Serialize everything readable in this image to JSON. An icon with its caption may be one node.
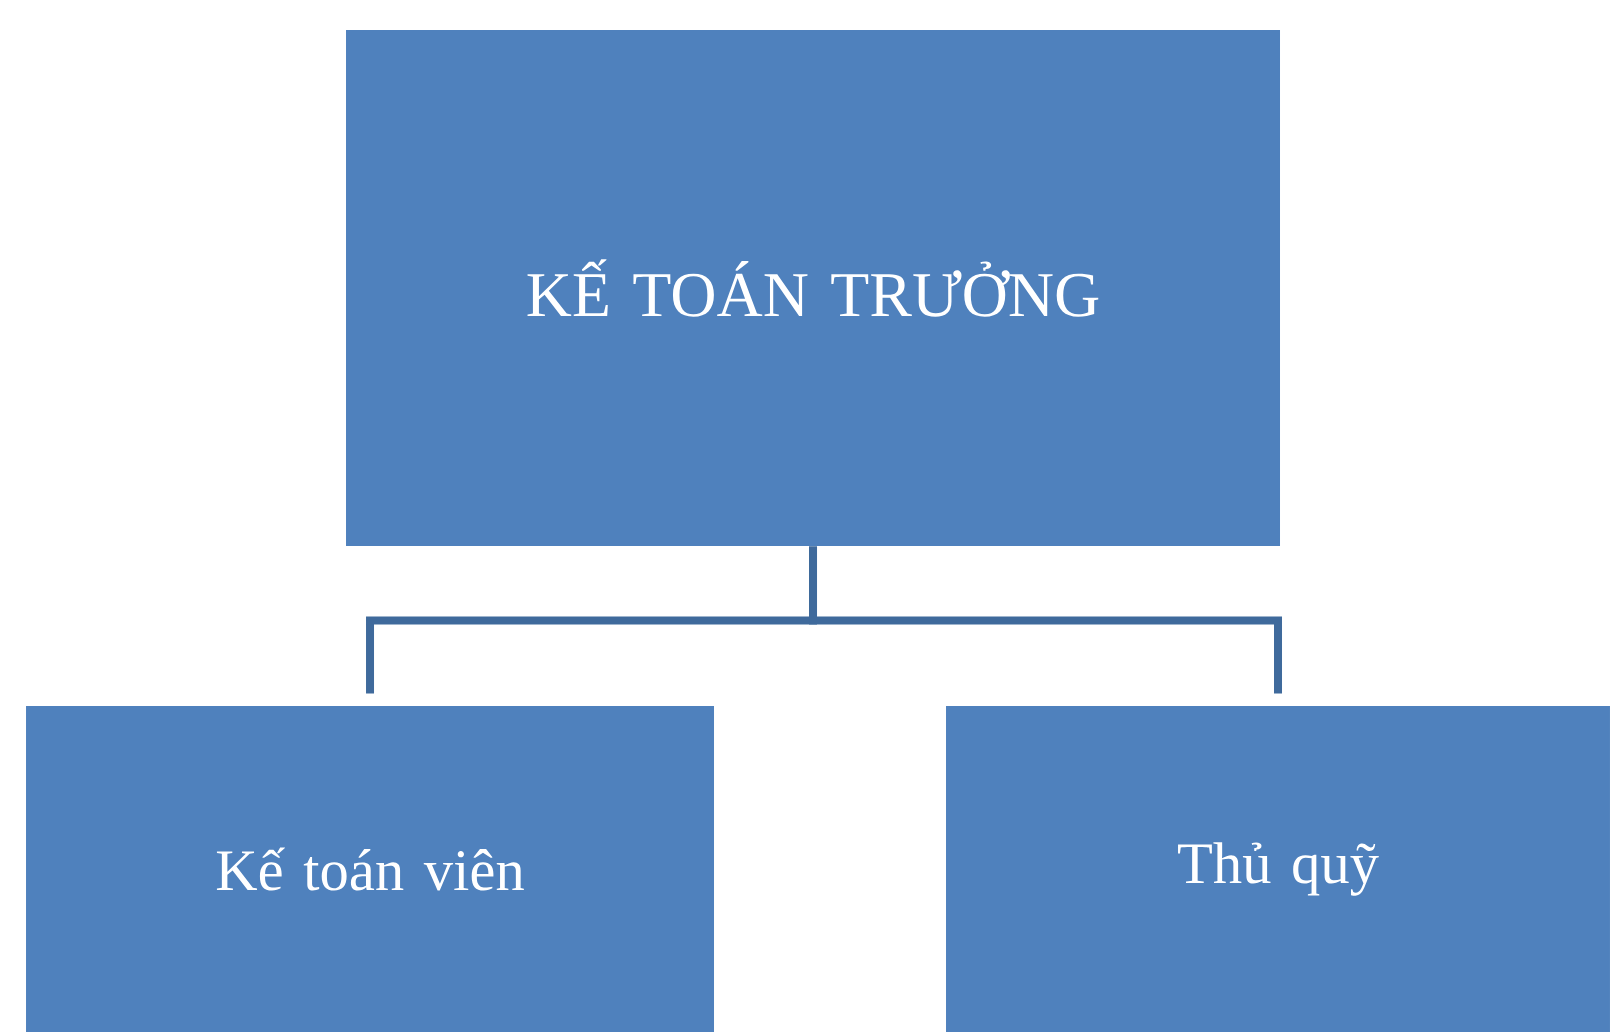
{
  "diagram": {
    "nodes": [
      {
        "text": [
          "KẾ TOÁN TRƯỞNG"
        ]
      },
      {
        "text": [
          "Kế toán viên"
        ]
      },
      {
        "text": [
          "Thủ quỹ"
        ]
      }
    ],
    "edges": [
      {
        "from": 0,
        "to": 1,
        "arrow": "none"
      },
      {
        "from": 0,
        "to": 2,
        "arrow": "none"
      }
    ]
  }
}
